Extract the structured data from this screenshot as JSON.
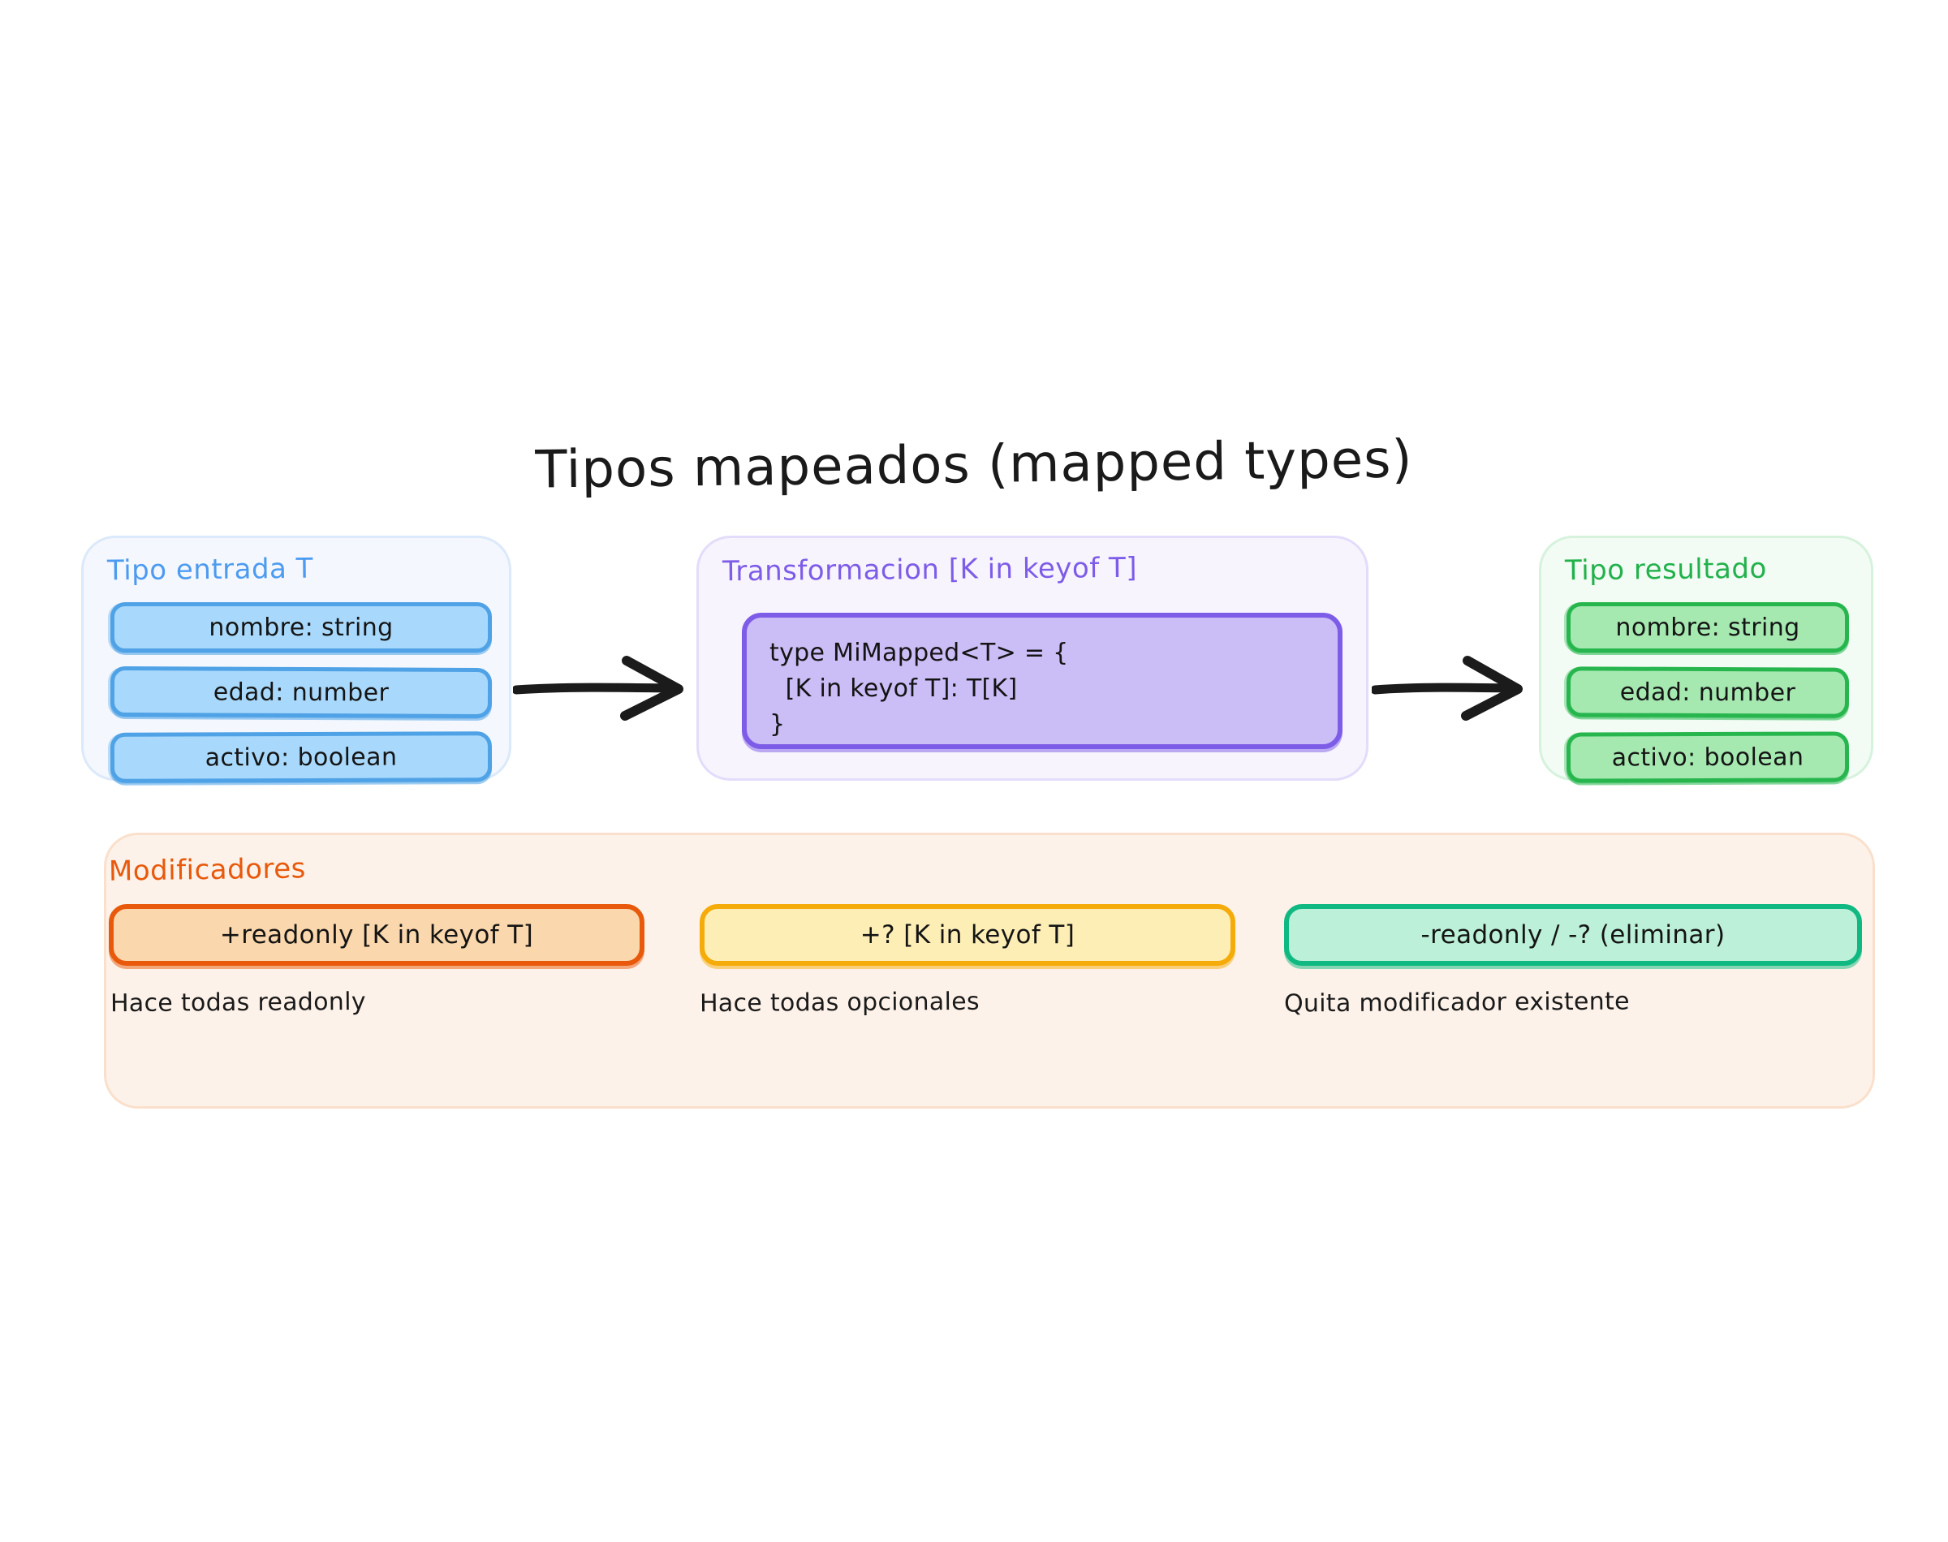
{
  "title": "Tipos mapeados (mapped types)",
  "panels": {
    "input": {
      "title": "Tipo entrada T",
      "accent": "#4d9bf0",
      "fields": [
        "nombre: string",
        "edad: number",
        "activo: boolean"
      ]
    },
    "transform": {
      "title": "Transformacion [K in keyof T]",
      "accent": "#7d5ce8",
      "code": "type MiMapped<T> = {\n  [K in keyof T]: T[K]\n}"
    },
    "result": {
      "title": "Tipo resultado",
      "accent": "#22b14c",
      "fields": [
        "nombre: string",
        "edad: number",
        "activo: boolean"
      ]
    }
  },
  "arrows": [
    {
      "name": "arrow-input-to-transform"
    },
    {
      "name": "arrow-transform-to-result"
    }
  ],
  "modifiers": {
    "title": "Modificadores",
    "accent": "#e8590c",
    "cards": [
      {
        "label": "+readonly [K in keyof T]",
        "caption": "Hace todas readonly",
        "fill": "#fad7ac",
        "stroke": "#e8590c"
      },
      {
        "label": "+? [K in keyof T]",
        "caption": "Hace todas opcionales",
        "fill": "#fdeeb6",
        "stroke": "#f5ab09"
      },
      {
        "label": "-readonly / -? (eliminar)",
        "caption": "Quita modificador existente",
        "fill": "#bcf0d8",
        "stroke": "#10b981"
      }
    ]
  }
}
